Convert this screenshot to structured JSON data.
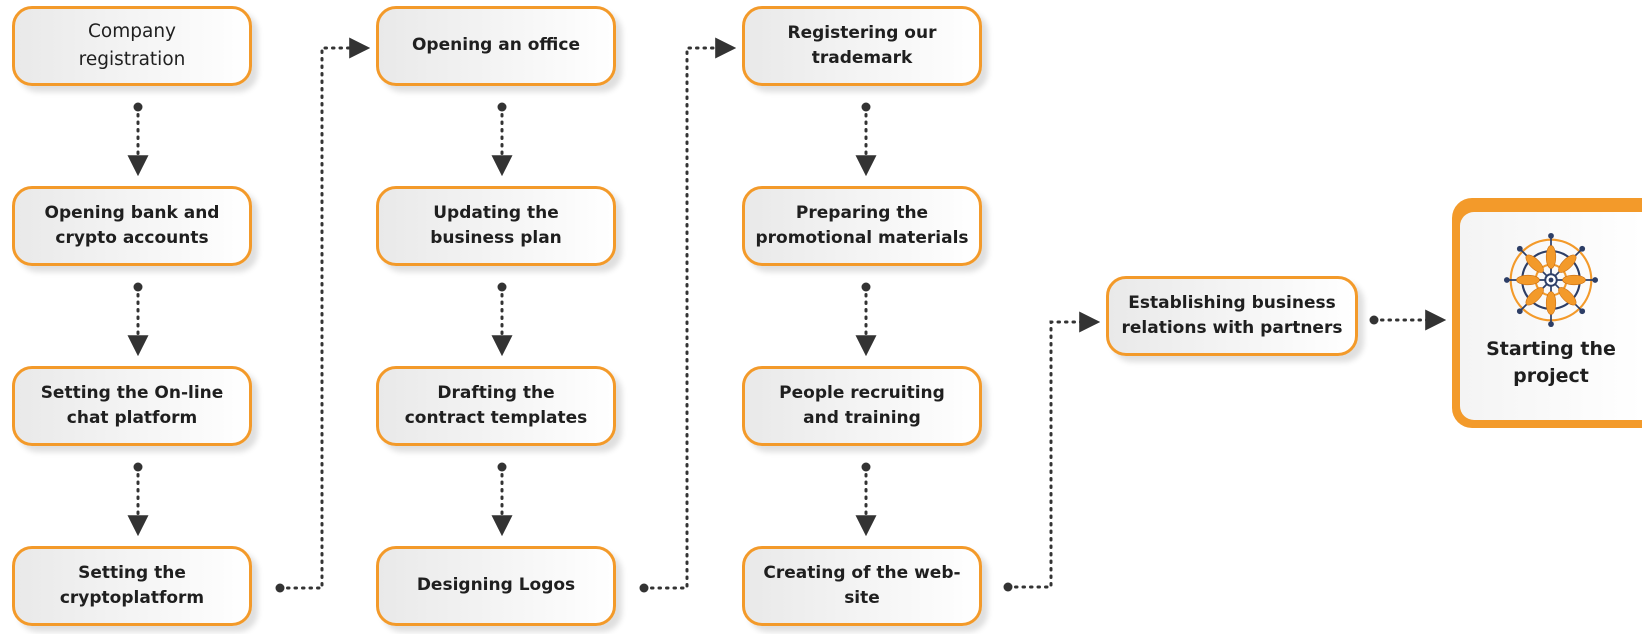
{
  "steps": {
    "company_registration": "Company\nregistration",
    "opening_bank": "Opening bank and\ncrypto accounts",
    "online_chat": "Setting the On-line\nchat platform",
    "cryptoplatform": "Setting the\ncryptoplatform",
    "opening_office": "Opening an office",
    "updating_plan": "Updating the\nbusiness plan",
    "drafting_contracts": "Drafting the\ncontract templates",
    "designing_logos": "Designing Logos",
    "registering_trademark": "Registering our\ntrademark",
    "promotional_materials": "Preparing the\npromotional materials",
    "people_recruiting": "People recruiting\nand training",
    "creating_website": "Creating of the web-site",
    "business_relations": "Establishing business\nrelations with partners",
    "starting_project": "Starting the\nproject"
  },
  "colors": {
    "accent": "#f39a2a",
    "connector": "#333333",
    "logo_dark": "#2d3e66"
  },
  "icons": {
    "final_logo": "mandala-logo-icon"
  }
}
